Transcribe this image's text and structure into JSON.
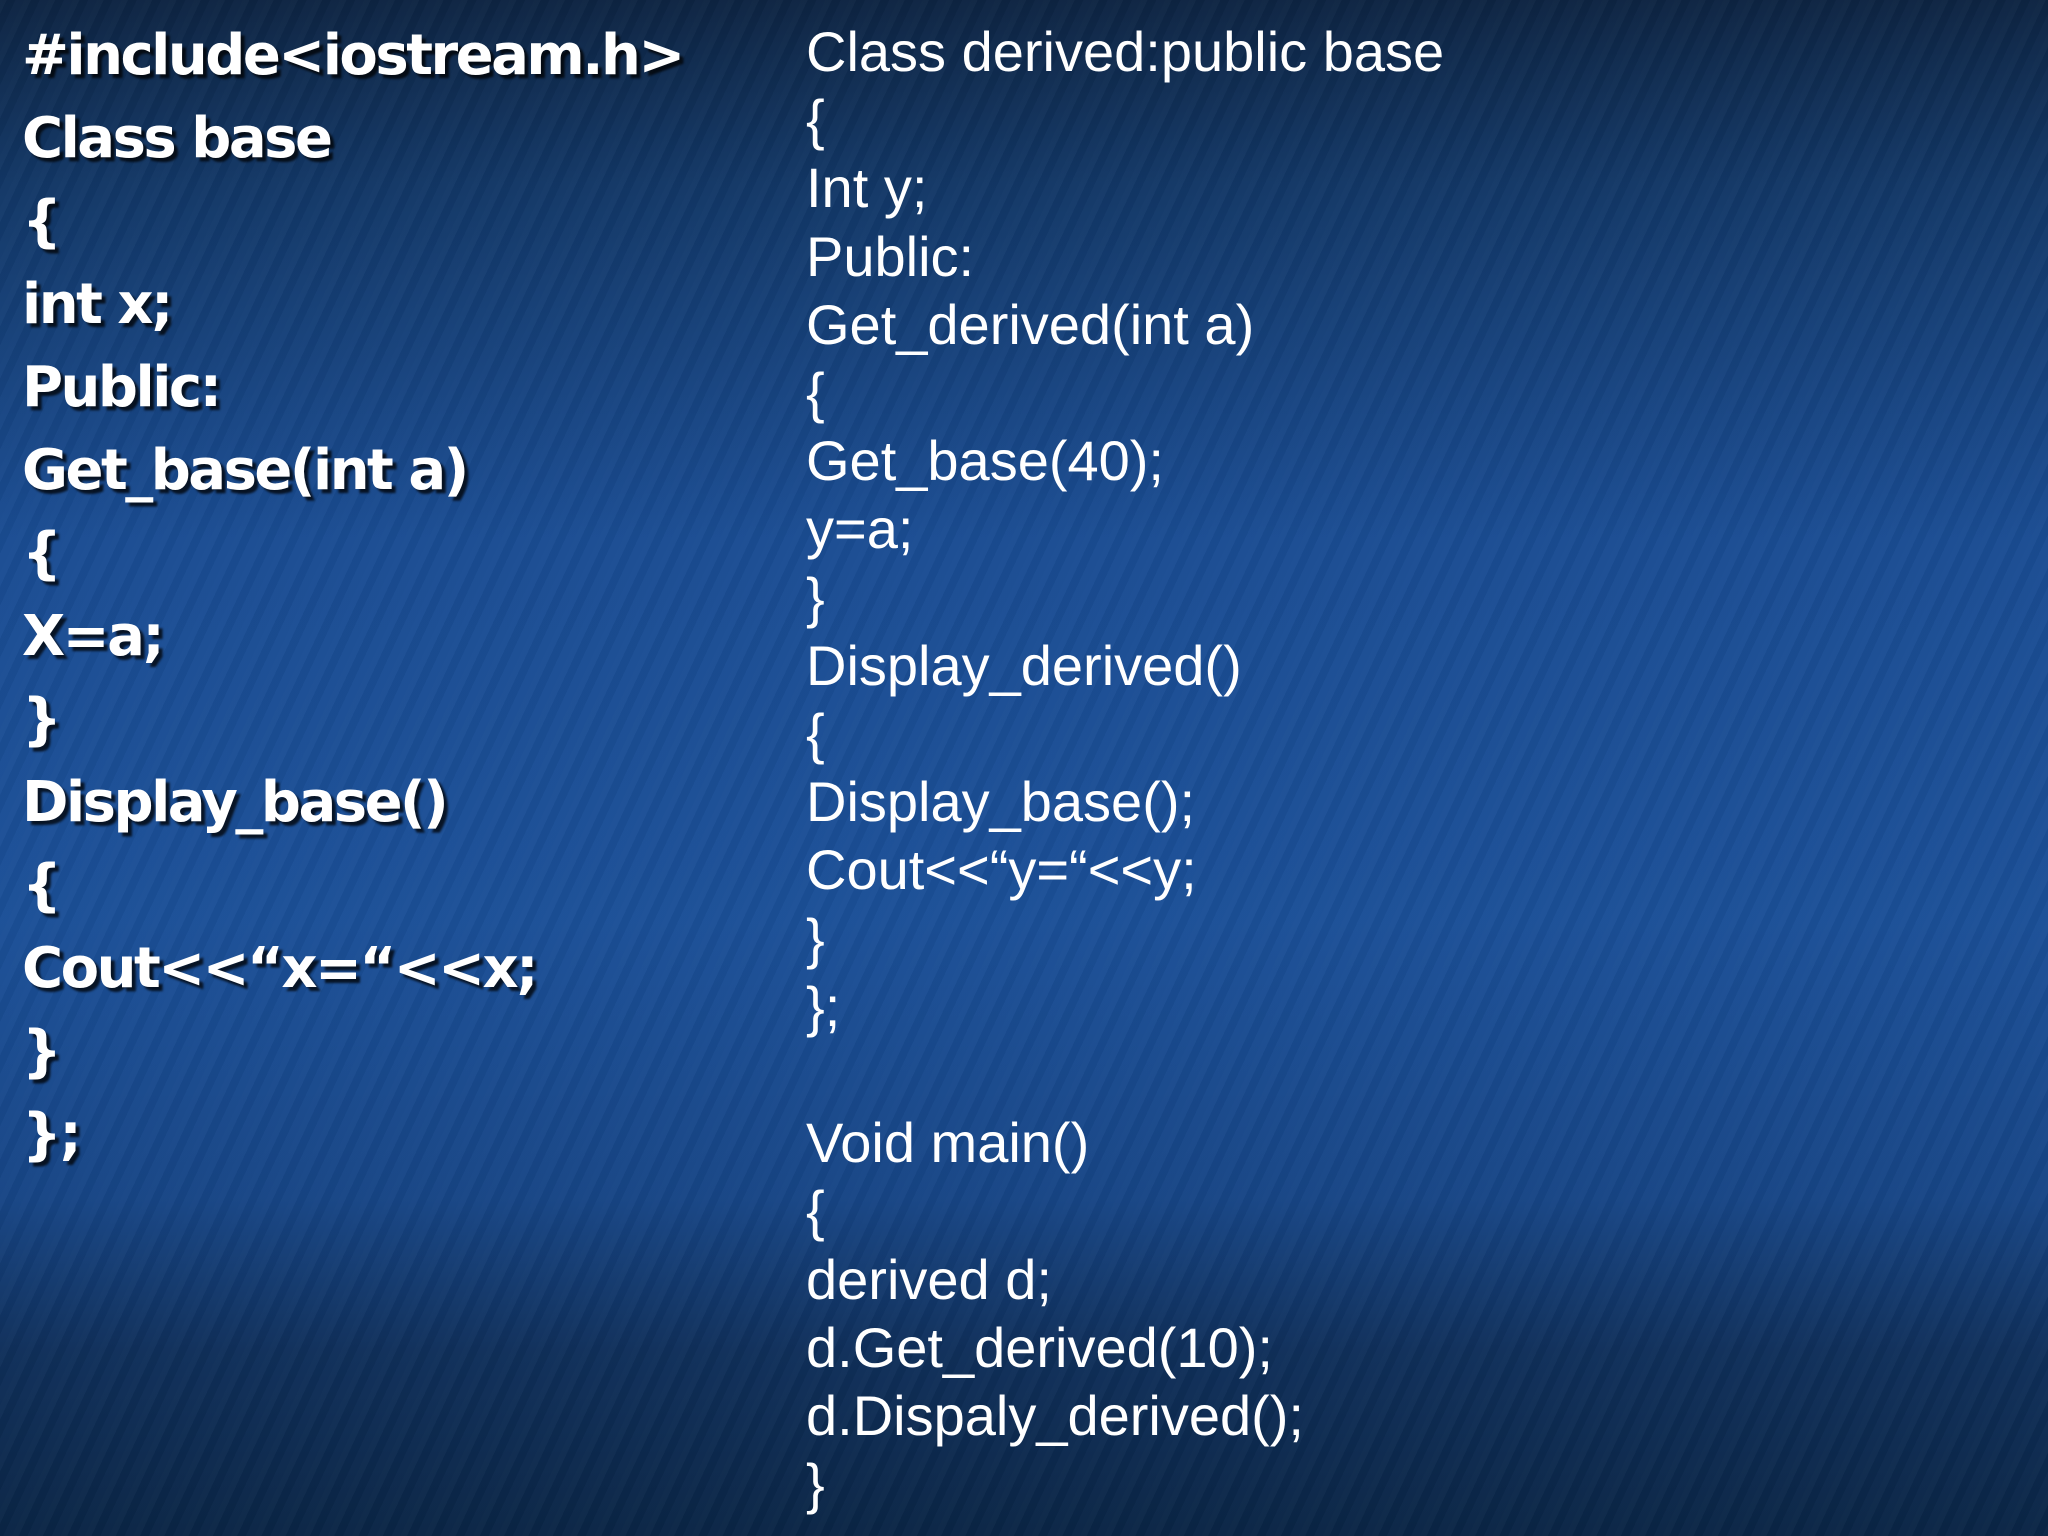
{
  "slide": {
    "left_column": [
      "#include<iostream.h>",
      "Class base",
      "{",
      "int x;",
      "Public:",
      "Get_base(int a)",
      "{",
      "X=a;",
      "}",
      "Display_base()",
      "{",
      "Cout<<“x=“<<x;",
      "}",
      "};"
    ],
    "right_column": [
      "Class derived:public base",
      "{",
      "Int y;",
      "Public:",
      "Get_derived(int a)",
      "{",
      "Get_base(40);",
      "y=a;",
      "}",
      "Display_derived()",
      "{",
      "Display_base();",
      "Cout<<“y=“<<y;",
      "}",
      "};",
      "",
      "Void main()",
      "{",
      "derived d;",
      "d.Get_derived(10);",
      "d.Dispaly_derived();",
      "}"
    ],
    "colors": {
      "background": "#1a4c92",
      "text": "#ffffff"
    }
  }
}
